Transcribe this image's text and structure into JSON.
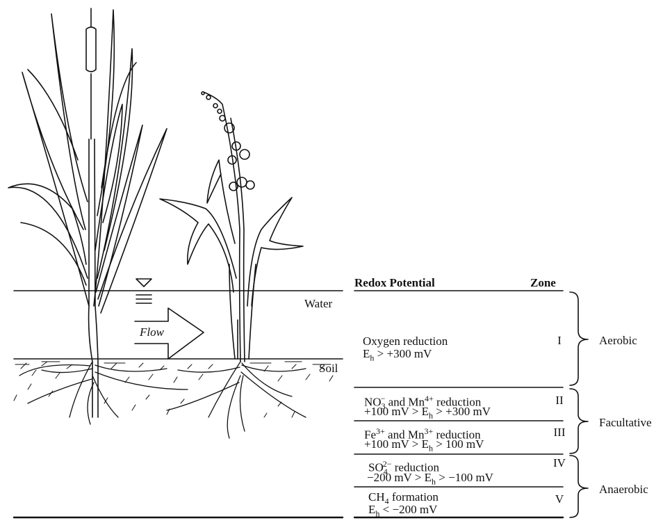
{
  "labels": {
    "water": "Water",
    "soil": "Soil",
    "flow": "Flow"
  },
  "table": {
    "header_redox": "Redox Potential",
    "header_zone": "Zone",
    "rows": [
      {
        "line1": "Oxygen reduction",
        "line2": "E",
        "line2_sub": "h",
        "line2_rest": " > +300 mV",
        "zone": "I"
      },
      {
        "line1_a": "NO",
        "line1_sub": "3",
        "line1_sup": "−",
        "line1_b": " and Mn",
        "line1_sup2": "4+",
        "line1_c": " reduction",
        "line2": "+100 mV > E",
        "line2_sub": "h",
        "line2_rest": " > +300 mV",
        "zone": "II"
      },
      {
        "line1_a": "Fe",
        "line1_sup": "3+",
        "line1_b": " and Mn",
        "line1_sup2": "3+",
        "line1_c": " reduction",
        "line2": "+100 mV > E",
        "line2_sub": "h",
        "line2_rest": " > 100 mV",
        "zone": "III"
      },
      {
        "line1_a": "SO",
        "line1_sub": "4",
        "line1_sup": "2−",
        "line1_c": " reduction",
        "line2": "−200 mV > E",
        "line2_sub": "h",
        "line2_rest": " > −100 mV",
        "zone": "IV"
      },
      {
        "line1_a": "CH",
        "line1_sub": "4",
        "line1_c": " formation",
        "line2": "E",
        "line2_sub": "h",
        "line2_rest": " < −200 mV",
        "zone": "V"
      }
    ],
    "groups": [
      "Aerobic",
      "Facultative",
      "Anaerobic"
    ]
  }
}
